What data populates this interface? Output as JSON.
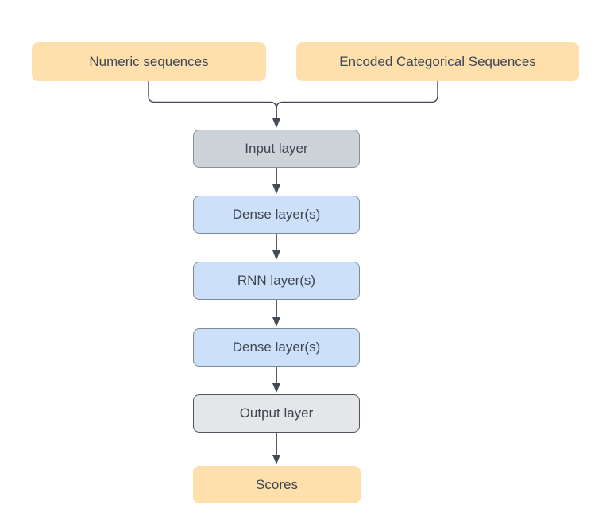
{
  "diagram": {
    "type": "flowchart",
    "nodes": [
      {
        "id": "numeric-sequences",
        "label": "Numeric sequences",
        "kind": "source",
        "style": "orange"
      },
      {
        "id": "encoded-categorical-sequences",
        "label": "Encoded Categorical Sequences",
        "kind": "source",
        "style": "orange"
      },
      {
        "id": "input-layer",
        "label": "Input layer",
        "kind": "layer",
        "style": "gray"
      },
      {
        "id": "dense-layer-1",
        "label": "Dense layer(s)",
        "kind": "layer",
        "style": "blue"
      },
      {
        "id": "rnn-layer",
        "label": "RNN layer(s)",
        "kind": "layer",
        "style": "blue"
      },
      {
        "id": "dense-layer-2",
        "label": "Dense layer(s)",
        "kind": "layer",
        "style": "blue"
      },
      {
        "id": "output-layer",
        "label": "Output layer",
        "kind": "layer",
        "style": "lightgray"
      },
      {
        "id": "scores",
        "label": "Scores",
        "kind": "sink",
        "style": "orange"
      }
    ],
    "edges": [
      {
        "from": "numeric-sequences",
        "to": "input-layer"
      },
      {
        "from": "encoded-categorical-sequences",
        "to": "input-layer"
      },
      {
        "from": "input-layer",
        "to": "dense-layer-1"
      },
      {
        "from": "dense-layer-1",
        "to": "rnn-layer"
      },
      {
        "from": "rnn-layer",
        "to": "dense-layer-2"
      },
      {
        "from": "dense-layer-2",
        "to": "output-layer"
      },
      {
        "from": "output-layer",
        "to": "scores"
      }
    ]
  },
  "colors": {
    "canvas_bg": "#FFFFFF",
    "orange_fill": "#FFDFAC",
    "blue_fill": "#CCE0FA",
    "blue_border": "#7E8998",
    "gray_fill": "#CCD3D9",
    "gray_border": "#8A9199",
    "light_gray_fill": "#E4E6E8",
    "light_gray_border": "#4D5560",
    "line_color": "#434B57",
    "text_color": "#3E4651"
  }
}
